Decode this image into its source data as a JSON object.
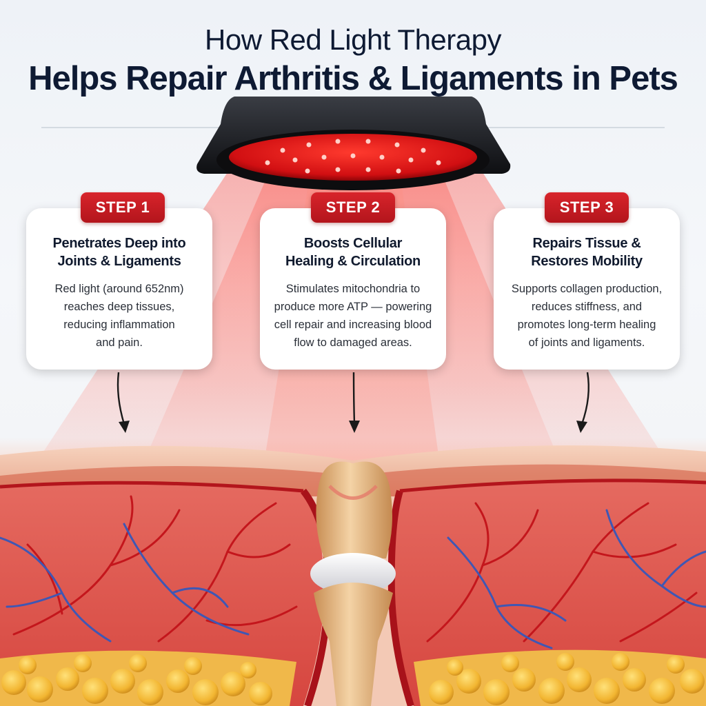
{
  "title": {
    "line1": "How Red Light Therapy",
    "line2": "Helps Repair Arthritis & Ligaments in Pets"
  },
  "steps": [
    {
      "badge": "STEP 1",
      "heading_lines": [
        "Penetrates Deep into",
        "Joints & Ligaments"
      ],
      "body_lines": [
        "Red light (around 652nm)",
        "reaches deep tissues,",
        "reducing inflammation",
        "and pain."
      ]
    },
    {
      "badge": "STEP 2",
      "heading_lines": [
        "Boosts Cellular",
        "Healing & Circulation"
      ],
      "body_lines": [
        "Stimulates mitochondria to",
        "produce more ATP — powering",
        "cell repair and increasing blood",
        "flow to damaged areas."
      ]
    },
    {
      "badge": "STEP 3",
      "heading_lines": [
        "Repairs Tissue &",
        "Restores Mobility"
      ],
      "body_lines": [
        "Supports collagen production,",
        "reduces stiffness, and",
        "promotes long-term healing",
        "of joints and ligaments."
      ]
    }
  ],
  "colors": {
    "accent_red": "#c81e25",
    "title_navy": "#0e1a33",
    "muscle": "#e0574f",
    "fat": "#f2b531",
    "vein": "#3f57b4",
    "artery": "#c4161c",
    "bone": "#efc99a",
    "cartilage": "#f2f2f4"
  },
  "icons": [
    "led-lamp-icon",
    "arrow-down-icon"
  ]
}
